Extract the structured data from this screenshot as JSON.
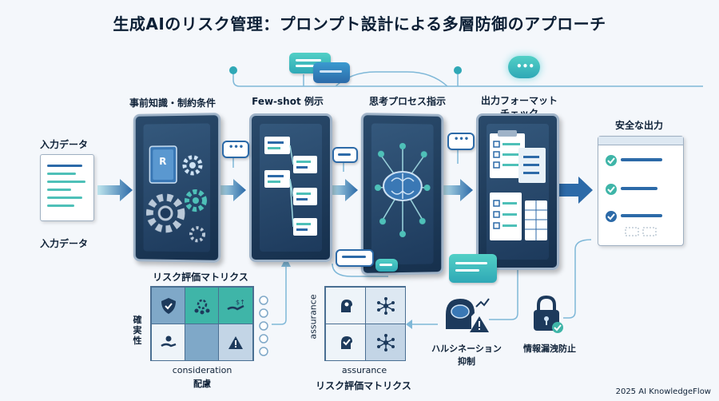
{
  "title": "生成AIのリスク管理：プロンプト設計による多層防御のアプローチ",
  "stages": {
    "input_top": "入力データ",
    "input_bottom": "入力データ",
    "prior_knowledge": "事前知識・制約条件",
    "few_shot": "Few-shot 例示",
    "thinking": "思考プロセス指示",
    "format_check_line1": "出力フォーマット",
    "format_check_line2": "チェック",
    "safe_output": "安全な出力"
  },
  "panels": {
    "book_letter": "R"
  },
  "risk_matrix_left": {
    "title": "リスク評価マトリクス",
    "y_label": "確実性",
    "x_label_1": "consideration",
    "x_label_2": "配慮"
  },
  "risk_matrix_right": {
    "y_label": "assurance",
    "x_label": "assurance",
    "title": "リスク評価マトリクス"
  },
  "guards": {
    "hallucination_line1": "ハルシネーション",
    "hallucination_line2": "抑制",
    "leak_prevention": "情報漏洩防止"
  },
  "footer": "2025 AI KnowledgeFlow",
  "colors": {
    "navy": "#1d3a5c",
    "teal": "#4ec0b8",
    "blue_arrow": "#2c6aa8",
    "light_cell": "#dde8f2",
    "accent_cell": "#3fb5a8"
  }
}
